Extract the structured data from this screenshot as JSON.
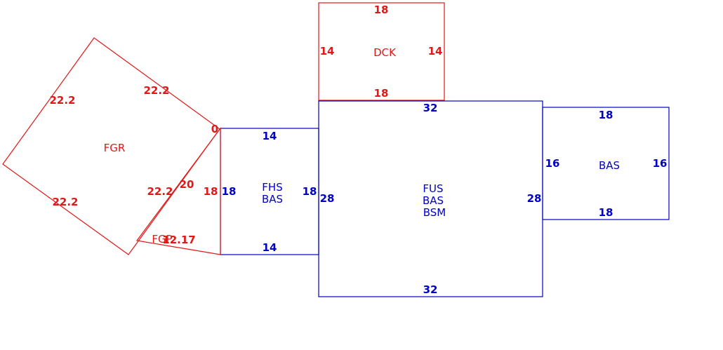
{
  "colors": {
    "blue": "#0000c8",
    "red": "#e01818"
  },
  "areas": {
    "dck": {
      "code": "DCK",
      "top": "18",
      "bottom": "18",
      "left": "14",
      "right": "14"
    },
    "fus": {
      "codes": [
        "FUS",
        "BAS",
        "BSM"
      ],
      "top": "32",
      "bottom": "32",
      "left": "28",
      "right": "28"
    },
    "bas": {
      "code": "BAS",
      "top": "18",
      "bottom": "18",
      "left": "16",
      "right": "16"
    },
    "fhs": {
      "codes": [
        "FHS",
        "BAS"
      ],
      "top": "14",
      "bottom": "14",
      "left": "18",
      "right": "18"
    },
    "fgr": {
      "code": "FGR",
      "top_left": "22.2",
      "top_right": "22.2",
      "bottom_left": "22.2",
      "bottom_right": "22.2"
    },
    "fgp": {
      "code": "FGP",
      "left": "18",
      "diagonal": "20",
      "bottom": "12.17",
      "corner": "0"
    }
  }
}
